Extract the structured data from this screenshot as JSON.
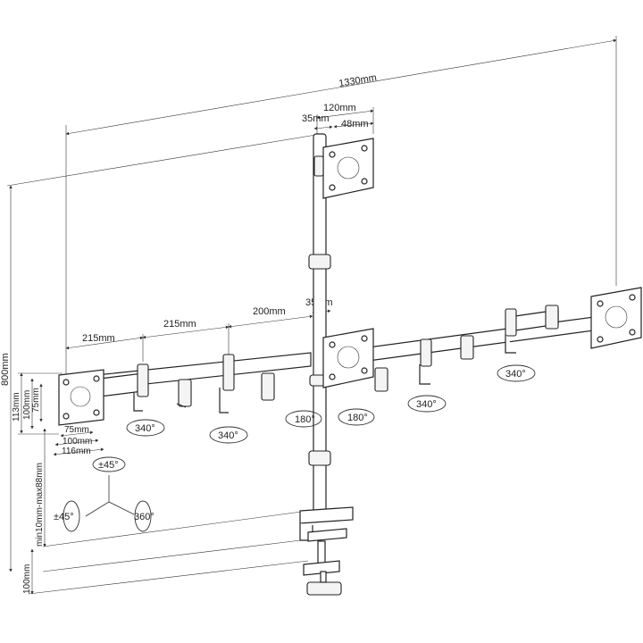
{
  "dimensions": {
    "overall_width": "1330mm",
    "plate_width": "120mm",
    "arm_35_top": "35mm",
    "arm_48": "48mm",
    "seg_215_a": "215mm",
    "seg_215_b": "215mm",
    "seg_200": "200mm",
    "arm_35_mid": "35mm",
    "height_800": "800mm",
    "vesa_113": "113mm",
    "vesa_100v": "100mm",
    "vesa_75v": "75mm",
    "vesa_75h": "75mm",
    "vesa_100h": "100mm",
    "vesa_116": "116mm",
    "clamp_range": "min10mm-max88mm",
    "base_100": "100mm"
  },
  "rotations": {
    "r1": "340°",
    "r2": "340°",
    "r3": "180°",
    "r4": "180°",
    "r5": "340°",
    "r6": "340°"
  },
  "tilt": {
    "tilt_top": "±45°",
    "tilt_left": "±45°",
    "swivel_right": "360°"
  }
}
